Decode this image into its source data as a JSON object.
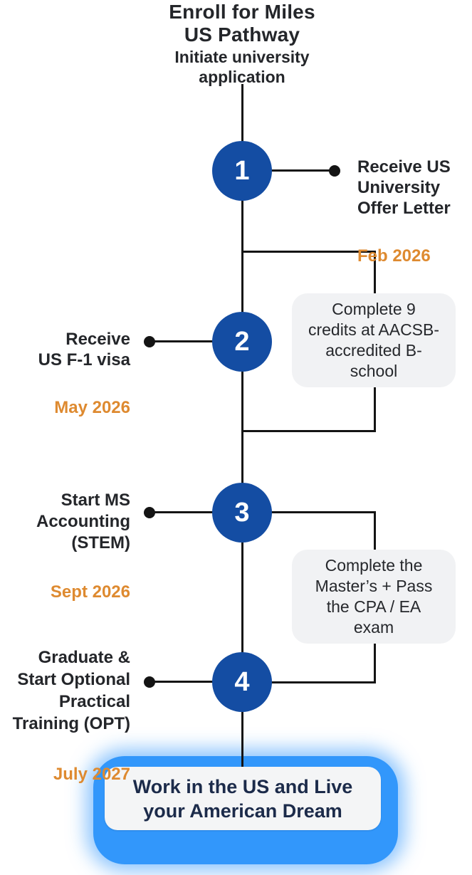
{
  "header": {
    "title": "Enroll for Miles\nUS Pathway",
    "subtitle": "Initiate university\napplication"
  },
  "steps": [
    {
      "number": "1",
      "label": "Receive US\nUniversity\nOffer Letter",
      "date": "Feb 2026"
    },
    {
      "number": "2",
      "label": "Receive\nUS F-1 visa",
      "date": "May 2026"
    },
    {
      "number": "3",
      "label": "Start MS\nAccounting\n(STEM)",
      "date": "Sept 2026"
    },
    {
      "number": "4",
      "label": "Graduate &\nStart Optional\nPractical\nTraining (OPT)",
      "date": "July 2027"
    }
  ],
  "cards": [
    {
      "text": "Complete 9\ncredits at AACSB-\naccredited B-\nschool"
    },
    {
      "text": "Complete the\nMaster’s + Pass\nthe CPA / EA\nexam"
    }
  ],
  "final": {
    "text": "Work in the US and Live\nyour American Dream"
  },
  "colors": {
    "step_circle_blue": "#144DA3",
    "date_orange": "#DE8A30",
    "heading_text": "#24262A",
    "card_background": "#F1F2F4",
    "card_text": "#26282C",
    "glow_blue": "#3297FB",
    "final_text_navy": "#1C2B4A",
    "line_black": "#141414"
  }
}
